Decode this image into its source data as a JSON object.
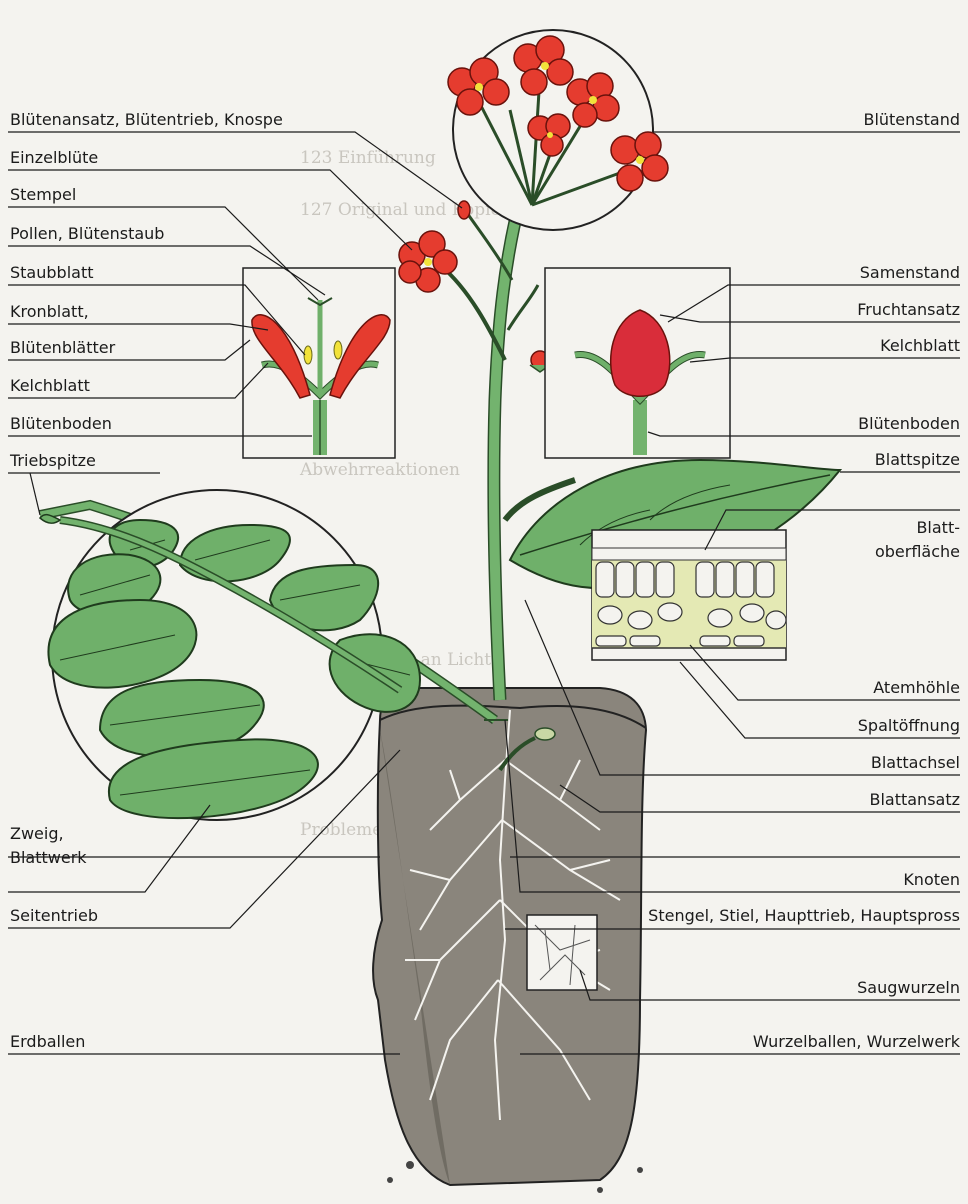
{
  "left_labels": {
    "bluetenansatz": "Blütenansatz, Blütentrieb, Knospe",
    "einzelbluete": "Einzelblüte",
    "stempel": "Stempel",
    "pollen": "Pollen, Blütenstaub",
    "staubblatt": "Staubblatt",
    "kronblatt_1": "Kronblatt,",
    "kronblatt_2": "Blütenblätter",
    "kelchblatt": "Kelchblatt",
    "bluetenboden": "Blütenboden",
    "triebspitze": "Triebspitze",
    "zweig_1": "Zweig,",
    "zweig_2": "Blattwerk",
    "seitentrieb": "Seitentrieb",
    "erdballen": "Erdballen"
  },
  "right_labels": {
    "bluetenstand": "Blütenstand",
    "samenstand": "Samenstand",
    "fruchtansatz": "Fruchtansatz",
    "kelchblatt": "Kelchblatt",
    "bluetenboden": "Blütenboden",
    "blattspitze": "Blattspitze",
    "blattoberflaeche_1": "Blatt-",
    "blattoberflaeche_2": "oberfläche",
    "atemhoehle": "Atemhöhle",
    "spaltoeffnung": "Spaltöffnung",
    "blattachsel": "Blattachsel",
    "blattansatz": "Blattansatz",
    "knoten": "Knoten",
    "stengel": "Stengel, Stiel, Haupttrieb, Hauptspross",
    "wurzelballen": "Wurzelballen, Wurzelwerk",
    "saugwurzeln": "Saugwurzeln"
  },
  "colors": {
    "leaf": "#6fb06a",
    "stem": "#73b36e",
    "petal": "#e53c2f",
    "pollen": "#f2e23a",
    "soil": "#7a756d",
    "line": "#1b1b1b"
  }
}
